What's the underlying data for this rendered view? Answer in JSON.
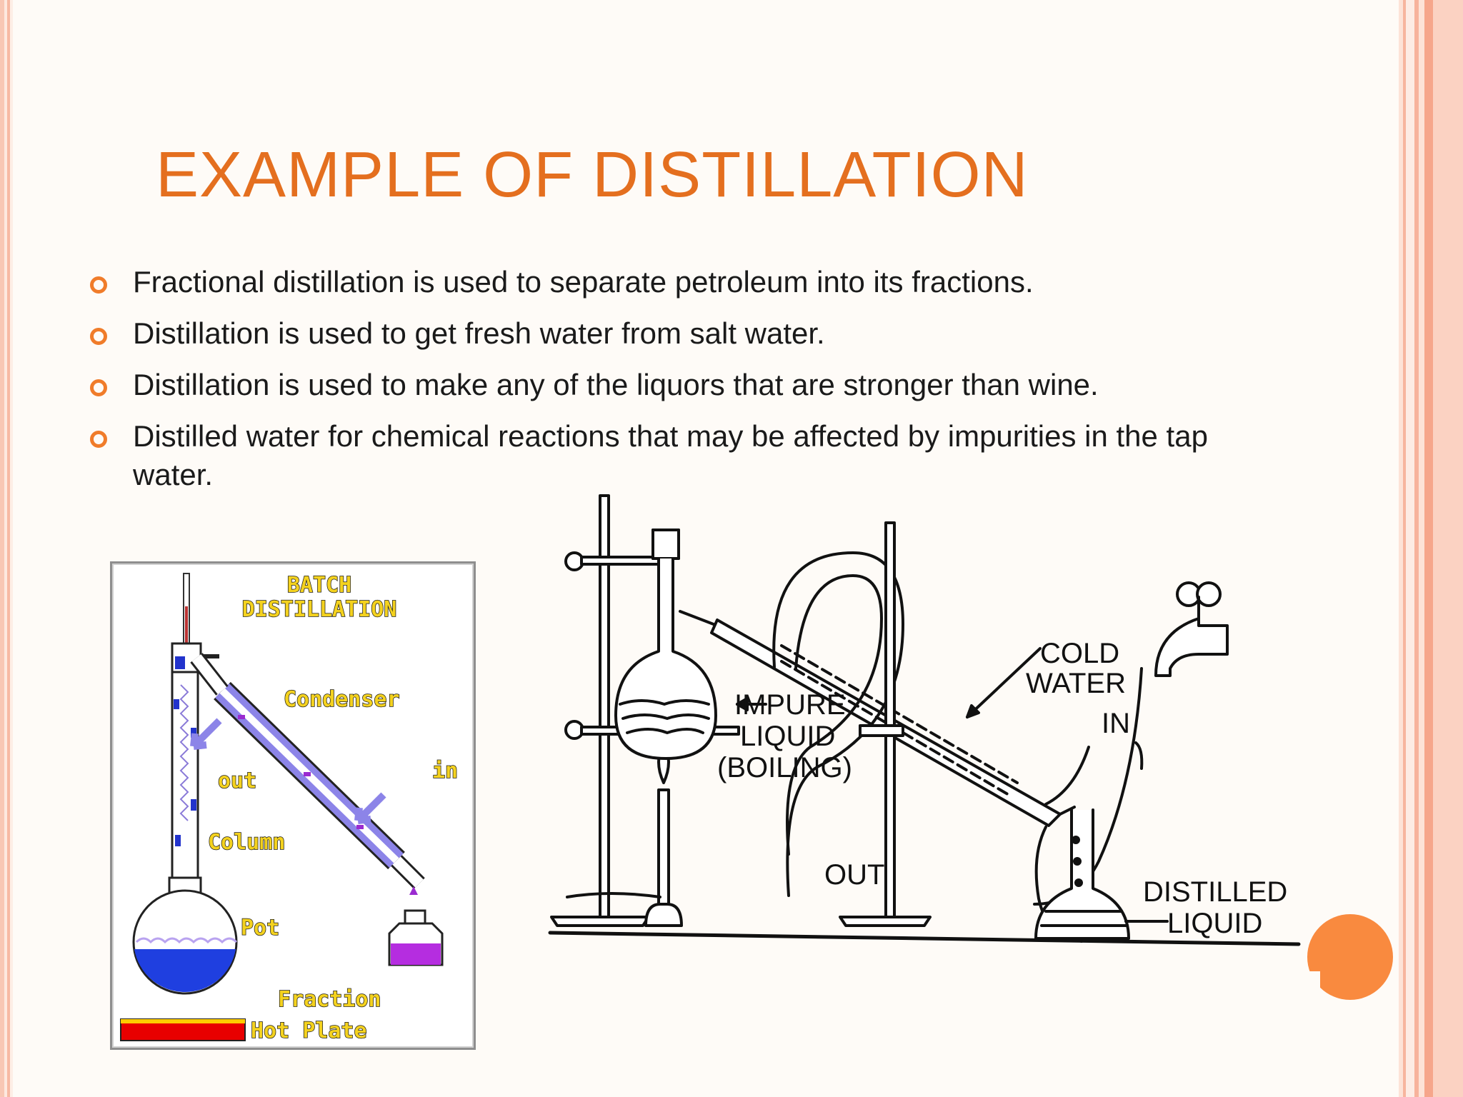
{
  "slide": {
    "title": "EXAMPLE OF DISTILLATION",
    "title_color": "#e46f1f",
    "bullet_color": "#f07c2a",
    "bullets": [
      "Fractional distillation is used to separate petroleum into its fractions.",
      "Distillation is used to get fresh water from salt water.",
      "Distillation is used to make any of the liquors that are stronger than wine.",
      "Distilled water for chemical reactions that may be affected by impurities in the tap water."
    ]
  },
  "batch_diagram": {
    "title_line1": "BATCH",
    "title_line2": "DISTILLATION",
    "labels": {
      "condenser": "Condenser",
      "in": "in",
      "out": "out",
      "column": "Column",
      "pot": "Pot",
      "fraction": "Fraction",
      "hot_plate": "Hot Plate"
    }
  },
  "apparatus_diagram": {
    "labels": {
      "cold_water_1": "COLD",
      "cold_water_2": "WATER",
      "impure_1": "IMPURE",
      "impure_2": "LIQUID",
      "impure_3": "(BOILING)",
      "in": "IN",
      "out": "OUT",
      "distilled_1": "DISTILLED",
      "distilled_2": "LIQUID"
    }
  }
}
